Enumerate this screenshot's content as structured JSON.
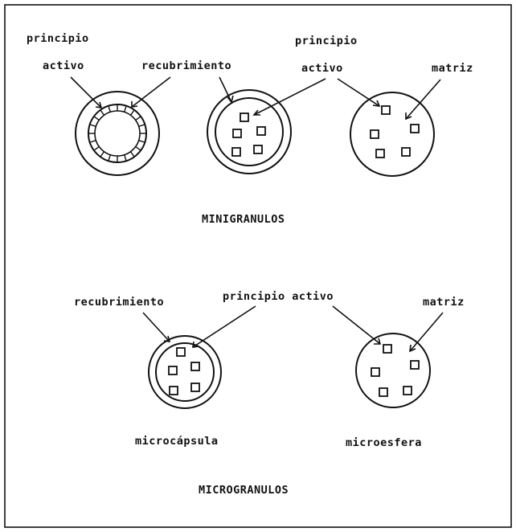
{
  "top_labels": {
    "active_left": [
      "principio",
      "activo"
    ],
    "coating_top": "recubrimiento",
    "active_right": [
      "principio",
      "activo"
    ],
    "matrix_top": "matriz"
  },
  "minigranulos_title": "MINIGRANULOS",
  "bottom_labels": {
    "coating_bottom": "recubrimiento",
    "active_bottom": "principio activo",
    "matrix_bottom": "matriz",
    "microcapsule": "microcápsula",
    "microsphere": "microesfera"
  },
  "micrograulos_title": "MICROGRANULOS"
}
